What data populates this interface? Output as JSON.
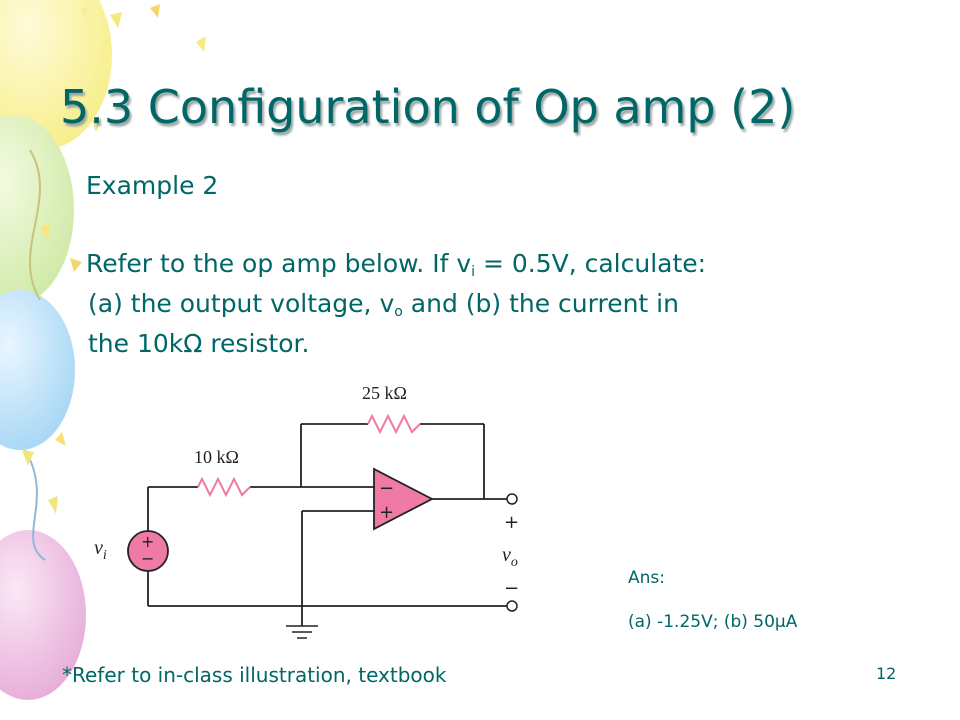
{
  "slide": {
    "title": "5.3 Configuration of Op amp (2)",
    "example_label": "Example 2",
    "problem": {
      "line1_text": "Refer to the op amp below. If v",
      "line1_sub": "i",
      "line1_end": " = 0.5V, calculate:",
      "line2_text": "(a) the output voltage, v",
      "line2_sub": "o",
      "line2_end": " and (b) the current in",
      "line3_text": "the 10kΩ resistor."
    },
    "circuit": {
      "feedback_resistor": "25 kΩ",
      "input_resistor": "10 kΩ",
      "source_label": "v",
      "source_sub": "i",
      "output_label": "v",
      "output_sub": "o",
      "output_plus": "+",
      "output_minus": "−",
      "opamp_inverting": "−",
      "opamp_noninverting": "+",
      "source_plus": "+",
      "source_minus": "−"
    },
    "answer": {
      "label": "Ans:",
      "value": "(a) -1.25V; (b) 50μA"
    },
    "footnote": "*Refer to in-class illustration, textbook",
    "page_number": "12"
  },
  "colors": {
    "text": "#006666",
    "opamp_fill": "#f07aa6",
    "wire": "#222222"
  }
}
